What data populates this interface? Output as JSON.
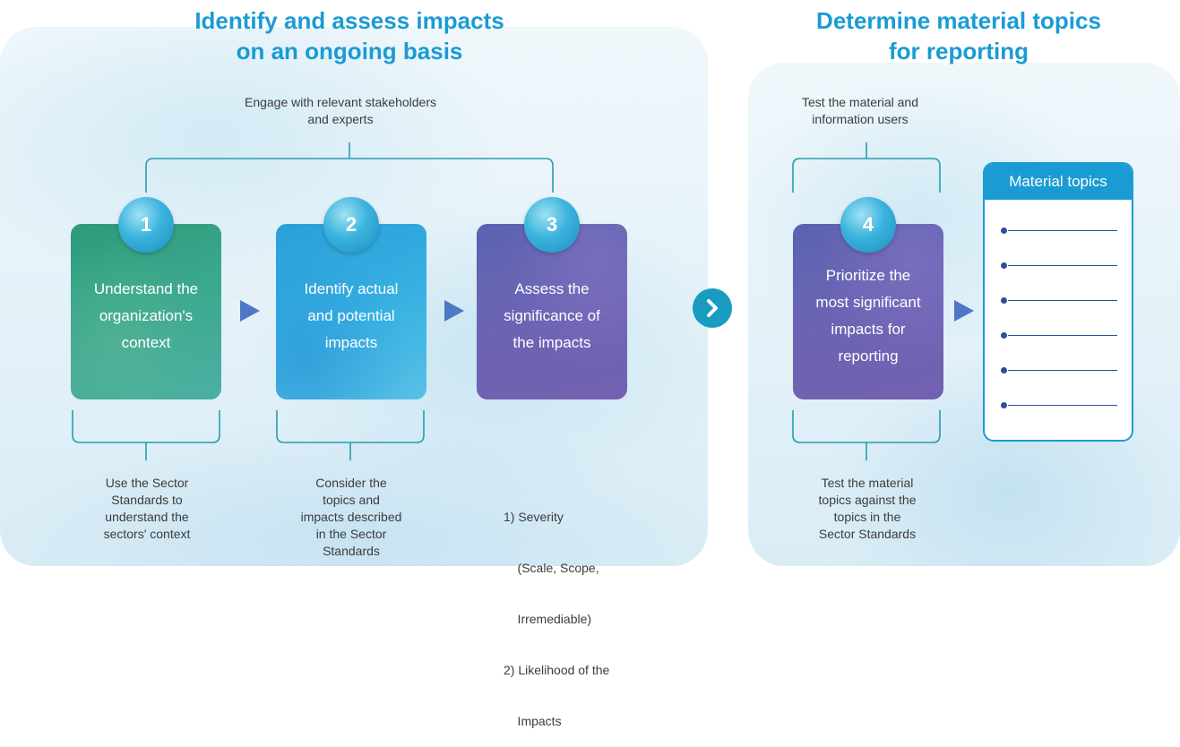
{
  "left_heading": {
    "line1": "Identify and assess impacts",
    "line2": "on an ongoing basis"
  },
  "right_heading": {
    "line1": "Determine material topics",
    "line2": "for reporting"
  },
  "top_notes": {
    "engage": {
      "line1": "Engage with relevant stakeholders",
      "line2": "and experts"
    },
    "test": {
      "line1": "Test the material and",
      "line2": "information users"
    }
  },
  "steps": [
    {
      "number": "1",
      "lines": [
        "Understand the",
        "organization's",
        "context"
      ],
      "note": [
        "Use the Sector",
        "Standards to",
        "understand the",
        "sectors' context"
      ]
    },
    {
      "number": "2",
      "lines": [
        "Identify actual",
        "and potential",
        "impacts"
      ],
      "note": [
        "Consider the",
        "topics and",
        "impacts described",
        "in the Sector",
        "Standards"
      ]
    },
    {
      "number": "3",
      "lines": [
        "Assess the",
        "significance of",
        "the impacts"
      ],
      "note": [
        "1) Severity",
        "    (Scale, Scope,",
        "    Irremediable)",
        "2) Likelihood of the",
        "    Impacts"
      ]
    },
    {
      "number": "4",
      "lines": [
        "Prioritize the",
        "most significant",
        "impacts for",
        "reporting"
      ],
      "note": [
        "Test the material",
        "topics against the",
        "topics in the",
        "Sector Standards"
      ]
    }
  ],
  "material_topics": {
    "title": "Material topics",
    "item_count": 6
  },
  "colors": {
    "heading": "#1a9bd4",
    "card1": "#3aa88c",
    "card2": "#36b0e2",
    "card3": "#6a64b4",
    "card4": "#6a64b4",
    "arrow": "#4f78c4",
    "next_button": "#1a9bc0",
    "bracket": "#2a9bb0"
  },
  "icons": {
    "step_arrow": "triangle-right-icon",
    "next": "chevron-right-icon",
    "bullet": "dot-icon"
  }
}
